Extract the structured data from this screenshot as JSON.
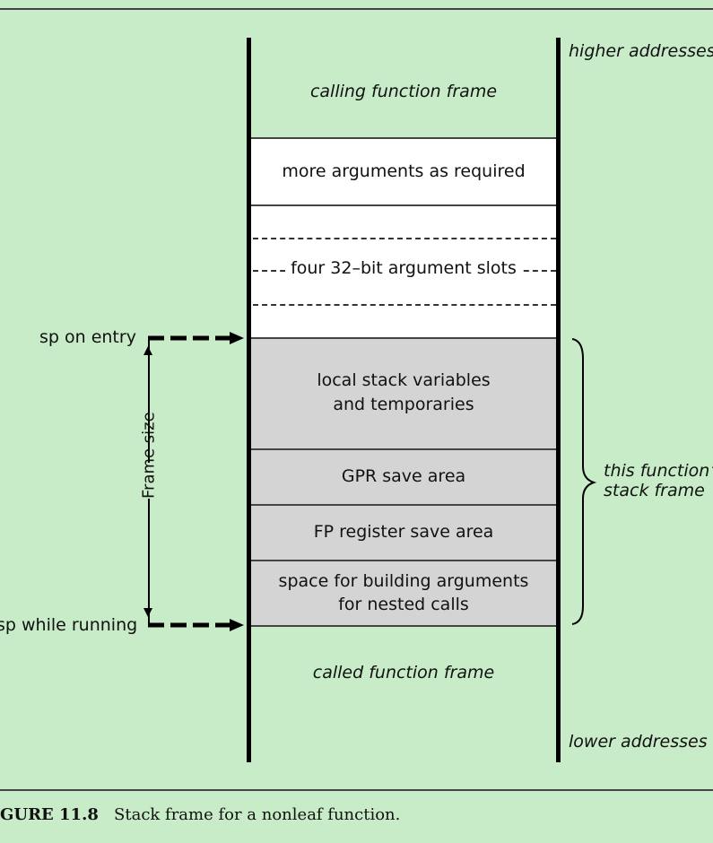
{
  "diagram": {
    "labels": {
      "higher_addresses": "higher addresses",
      "lower_addresses": "lower addresses",
      "calling_frame": "calling function frame",
      "more_args": "more arguments as required",
      "arg_slots": "four 32–bit argument slots",
      "local_vars_line1": "local stack variables",
      "local_vars_line2": "and temporaries",
      "gpr_save": "GPR save area",
      "fp_save": "FP register save area",
      "nested_args_line1": "space for building arguments",
      "nested_args_line2": "for nested calls",
      "called_frame": "called function frame",
      "sp_entry": "sp on entry",
      "sp_running": "sp while running",
      "frame_size": "Frame size",
      "this_frame_line1": "this function’s",
      "this_frame_line2": "stack frame"
    },
    "colors": {
      "background": "#c8ebc8",
      "stack_frame_fill": "#d4d4d4",
      "argument_area_fill": "#ffffff"
    }
  },
  "caption": {
    "figure": "GURE 11.8",
    "text": "Stack frame for a nonleaf function."
  }
}
